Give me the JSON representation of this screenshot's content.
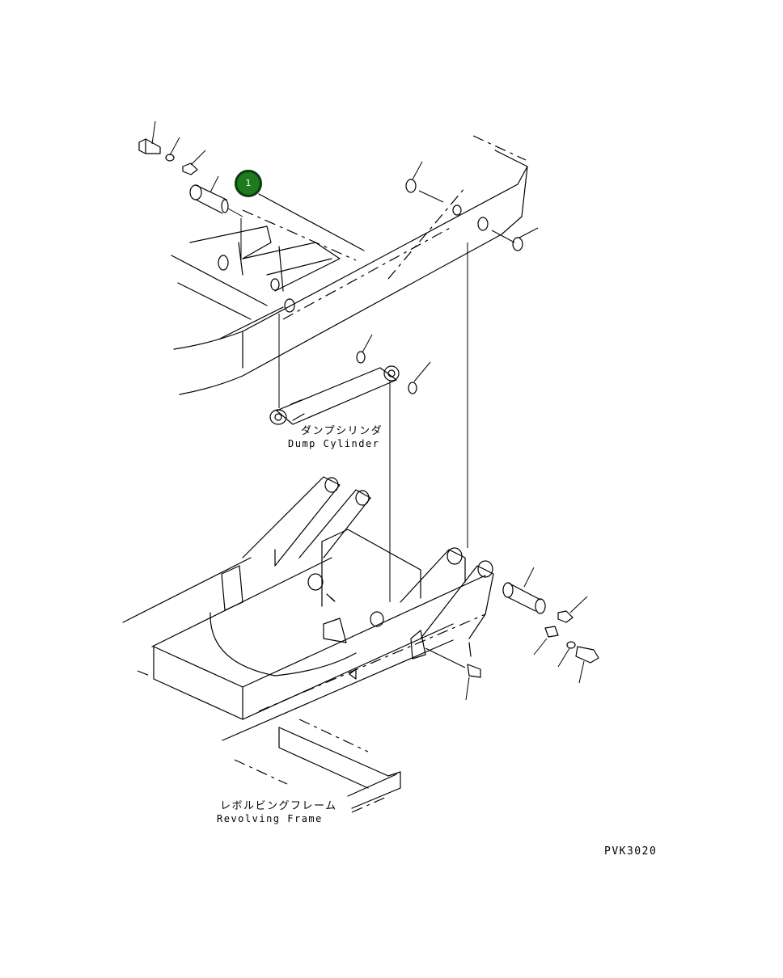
{
  "labels": {
    "dump_cylinder_jp": "ダンプシリンダ",
    "dump_cylinder_en": "Dump Cylinder",
    "revolving_frame_jp": "レボルビングフレーム",
    "revolving_frame_en": "Revolving Frame",
    "drawing_code": "PVK3020"
  },
  "callouts": [
    {
      "id": "1",
      "label": "1",
      "color": "#1f7a1f"
    }
  ]
}
